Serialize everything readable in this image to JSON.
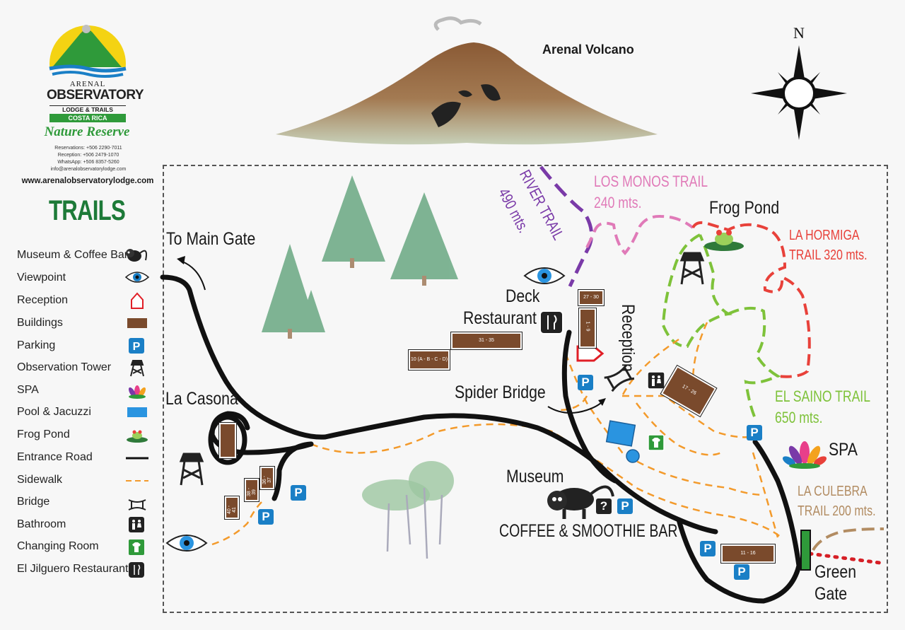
{
  "brand": {
    "name_line1": "ARENAL",
    "name_line2": "OBSERVATORY",
    "name_line3": "LODGE & TRAILS",
    "name_line4": "COSTA RICA",
    "tagline": "Nature Reserve",
    "reservations": "Reservations: +506 2290-7011",
    "reception": "Reception: +506 2479-1070",
    "whatsapp": "WhatsApp: +506 8357-5260",
    "email": "info@arenalobservatorylodge.com",
    "website": "www.arenalobservatorylodge.com"
  },
  "legend": {
    "title": "TRAILS",
    "items": [
      {
        "label": "Museum & Coffee Bar",
        "icon": "monkey-icon"
      },
      {
        "label": "Viewpoint",
        "icon": "eye-icon"
      },
      {
        "label": "Reception",
        "icon": "house-icon"
      },
      {
        "label": "Buildings",
        "icon": "building-icon"
      },
      {
        "label": "Parking",
        "icon": "parking-icon"
      },
      {
        "label": "Observation Tower",
        "icon": "tower-icon"
      },
      {
        "label": "SPA",
        "icon": "lotus-icon"
      },
      {
        "label": "Pool & Jacuzzi",
        "icon": "pool-icon"
      },
      {
        "label": "Frog Pond",
        "icon": "frog-icon"
      },
      {
        "label": "Entrance Road",
        "icon": "road-line-icon"
      },
      {
        "label": "Sidewalk",
        "icon": "sidewalk-line-icon"
      },
      {
        "label": "Bridge",
        "icon": "bridge-icon"
      },
      {
        "label": "Bathroom",
        "icon": "bathroom-icon"
      },
      {
        "label": "Changing Room",
        "icon": "changing-room-icon"
      },
      {
        "label": "El Jilguero Restaurant",
        "icon": "restaurant-icon"
      }
    ]
  },
  "map": {
    "volcano_label": "Arenal Volcano",
    "compass_label": "N",
    "to_main_gate": "To Main Gate",
    "la_casona": "La Casona",
    "deck_restaurant_1": "Deck",
    "deck_restaurant_2": "Restaurant",
    "reception": "Reception",
    "spider_bridge": "Spider Bridge",
    "museum": "Museum",
    "coffee_bar": "COFFEE & SMOOTHIE BAR",
    "frog_pond": "Frog Pond",
    "spa": "SPA",
    "green_gate_1": "Green",
    "green_gate_2": "Gate",
    "parking_letter": "P",
    "museum_question": "?",
    "trails": {
      "river": {
        "name": "RIVER TRAIL",
        "length": "490 mts.",
        "color": "#7a3aa8"
      },
      "los_monos": {
        "name": "LOS MONOS TRAIL",
        "length": "240 mts.",
        "color": "#e07ab8"
      },
      "la_hormiga": {
        "name": "LA HORMIGA",
        "length": "TRAIL 320 mts.",
        "color": "#e8413a"
      },
      "el_saino": {
        "name": "EL SAINO TRAIL",
        "length": "650 mts.",
        "color": "#7ec23a"
      },
      "la_culebra": {
        "name": "LA CULEBRA",
        "length": "TRAIL 200 mts.",
        "color": "#b28c62"
      }
    },
    "buildings": {
      "b_27_30": "27 - 30",
      "b_1_9": "1 - 9",
      "b_31_35": "31 - 35",
      "b_10": "10 (A - B - C - D)",
      "b_17_26": "17 - 26",
      "b_11_16": "11 - 16",
      "b_36_37": "36 - 37",
      "b_38_39": "38 - 39",
      "b_40_41": "40 - 41"
    },
    "colors": {
      "road": "#111111",
      "sidewalk": "#f39a2b",
      "parking": "#1a7fc6",
      "building": "#7a4a2c",
      "gate": "#2f9a3a",
      "heading_green": "#1d7a38"
    }
  }
}
